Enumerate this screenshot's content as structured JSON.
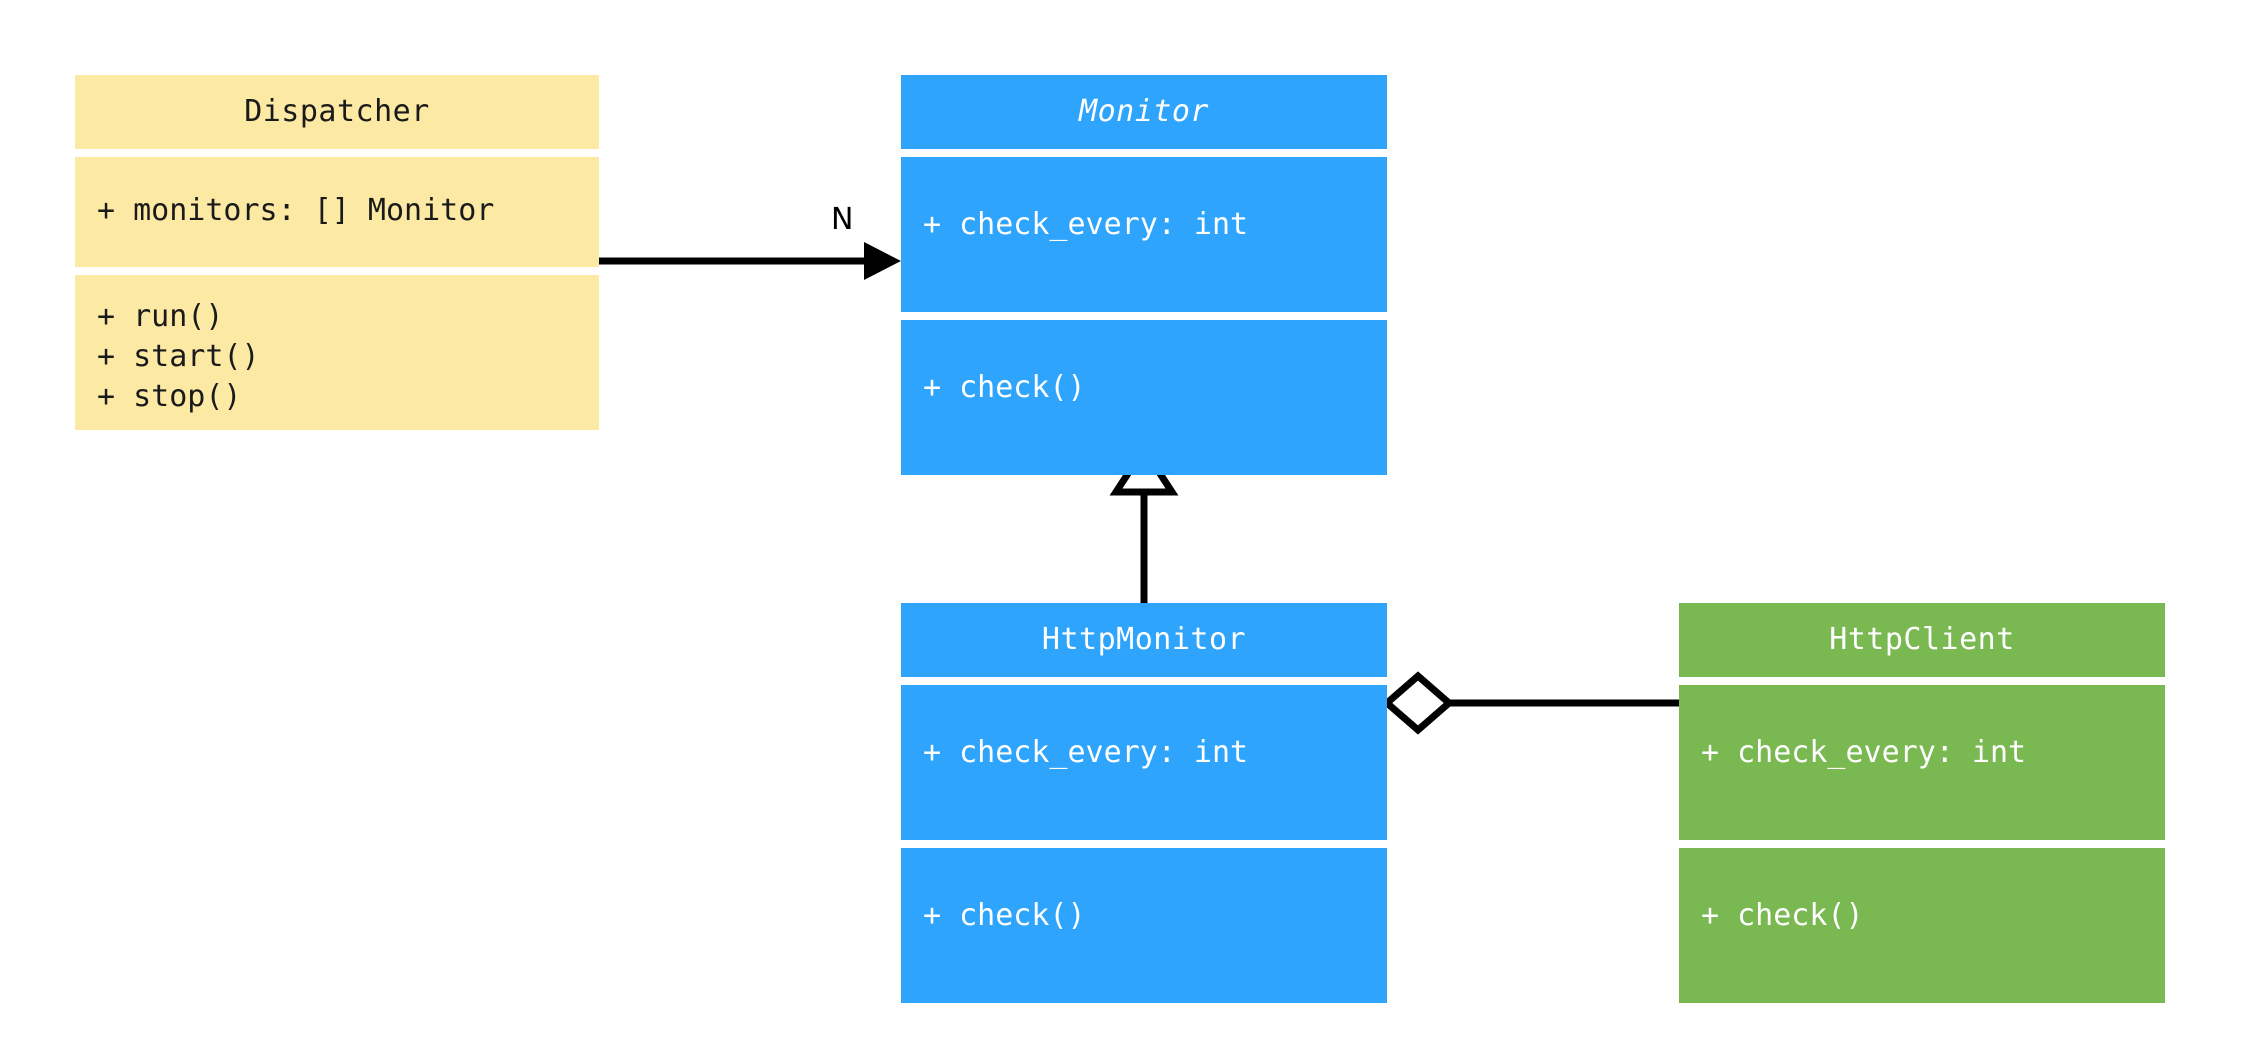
{
  "diagram": {
    "type": "uml-class-diagram",
    "background": "#ffffff",
    "classes": [
      {
        "id": "dispatcher",
        "name": "Dispatcher",
        "abstract": false,
        "fill": "#fce9a4",
        "text_color": "#1a1a1a",
        "attributes": [
          "+ monitors: [] Monitor"
        ],
        "methods": [
          "+ run()",
          "+ start()",
          "+ stop()"
        ]
      },
      {
        "id": "monitor",
        "name": "Monitor",
        "abstract": true,
        "fill": "#2fa4fc",
        "text_color": "#ffffff",
        "attributes": [
          "+ check_every: int"
        ],
        "methods": [
          "+ check()"
        ]
      },
      {
        "id": "httpmonitor",
        "name": "HttpMonitor",
        "abstract": false,
        "fill": "#2fa4fc",
        "text_color": "#ffffff",
        "attributes": [
          "+ check_every: int"
        ],
        "methods": [
          "+ check()"
        ]
      },
      {
        "id": "httpclient",
        "name": "HttpClient",
        "abstract": false,
        "fill": "#7ab851",
        "text_color": "#ffffff",
        "attributes": [
          "+ check_every: int"
        ],
        "methods": [
          "+ check()"
        ]
      }
    ],
    "relationships": [
      {
        "id": "dispatcher-monitor",
        "kind": "association",
        "from": "Dispatcher",
        "to": "Monitor",
        "label": "N",
        "arrow": "solid-filled-arrowhead",
        "line_color": "#000000"
      },
      {
        "id": "httpmonitor-monitor",
        "kind": "generalization",
        "from": "HttpMonitor",
        "to": "Monitor",
        "label": "",
        "arrow": "hollow-triangle",
        "line_color": "#000000"
      },
      {
        "id": "httpmonitor-httpclient",
        "kind": "aggregation",
        "from": "HttpMonitor",
        "to": "HttpClient",
        "label": "",
        "arrow": "hollow-diamond",
        "line_color": "#000000"
      }
    ]
  }
}
